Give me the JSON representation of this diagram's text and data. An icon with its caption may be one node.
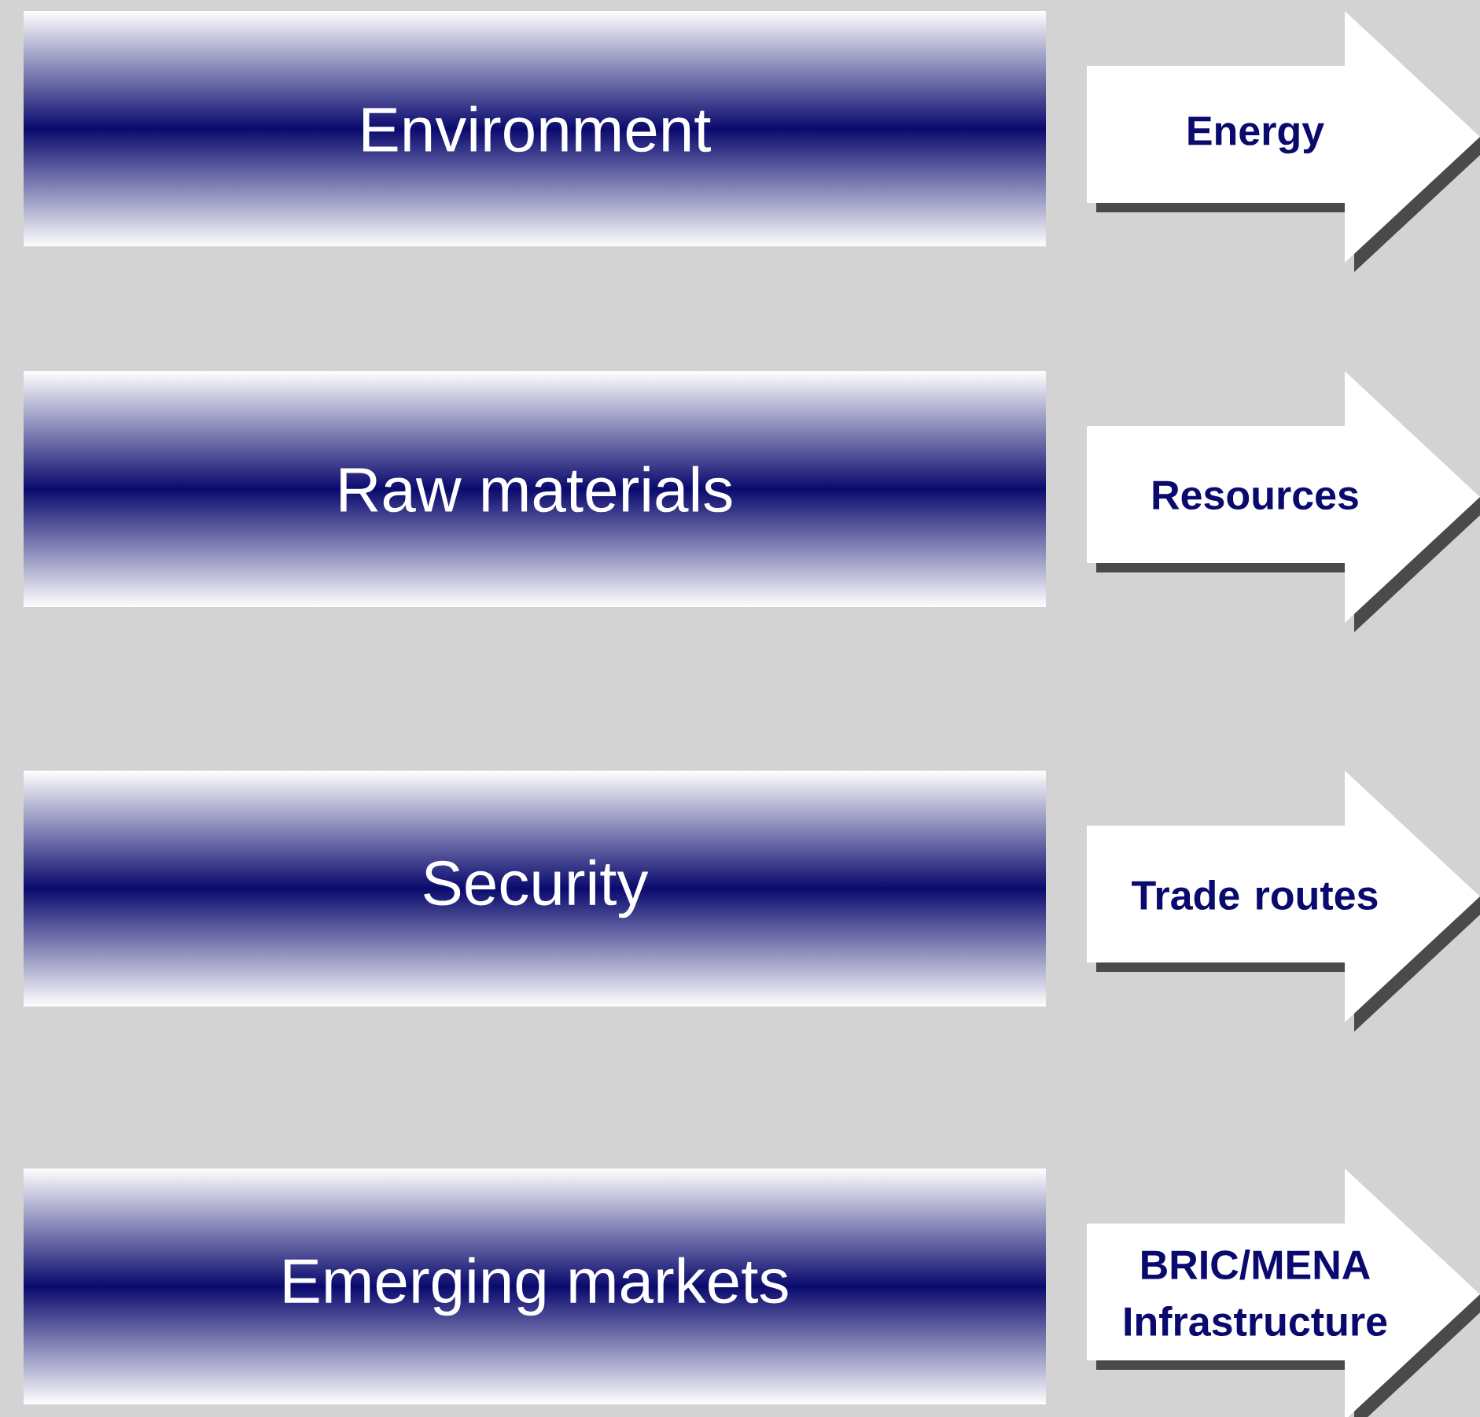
{
  "diagram": {
    "nodes": [
      {
        "text": [
          "Environment"
        ]
      },
      {
        "text": [
          "Energy"
        ]
      },
      {
        "text": [
          "Raw materials"
        ]
      },
      {
        "text": [
          "Resources"
        ]
      },
      {
        "text": [
          "Security"
        ]
      },
      {
        "text": [
          "Trade routes"
        ]
      },
      {
        "text": [
          "Emerging markets"
        ]
      },
      {
        "text": [
          "BRIC/MENA Infrastructure"
        ]
      }
    ]
  }
}
